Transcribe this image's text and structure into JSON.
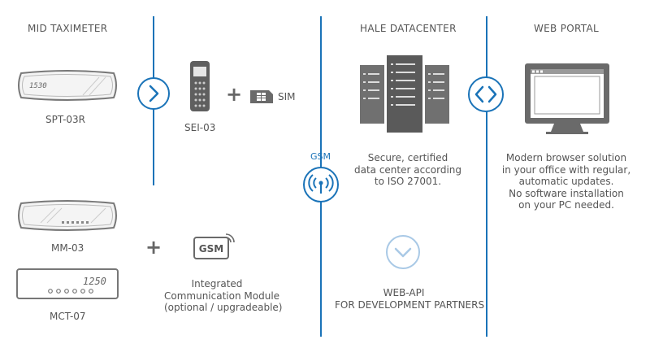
{
  "headings": {
    "mid_taximeter": "MID TAXIMETER",
    "hale_datacenter": "HALE DATACENTER",
    "web_portal": "WEB PORTAL"
  },
  "devices": {
    "spt": {
      "name": "SPT-03R",
      "display": "1530"
    },
    "sei": {
      "name": "SEI-03"
    },
    "sim": {
      "label": "SIM"
    },
    "mm": {
      "name": "MM-03"
    },
    "mct": {
      "name": "MCT-07",
      "display": "1250"
    }
  },
  "plus_symbol": "+",
  "gsm_module": {
    "chip_text": "GSM",
    "line1": "Integrated",
    "line2": "Communication Module",
    "line3": "(optional / upgradeable)"
  },
  "gsm_link": {
    "label": "GSM"
  },
  "datacenter_text": {
    "line1": "Secure, certified",
    "line2": "data center according",
    "line3": "to ISO 27001."
  },
  "web_api": {
    "line1": "WEB-API",
    "line2": "FOR DEVELOPMENT PARTNERS"
  },
  "portal_text": {
    "line1": "Modern browser solution",
    "line2": "in your office with regular,",
    "line3": "automatic updates.",
    "line4": "No software installation",
    "line5": "on your PC needed."
  },
  "colors": {
    "accent_blue": "#1a73b8",
    "light_blue": "#a9c9e6",
    "device_gray": "#6f6f6f",
    "text_gray": "#555555"
  }
}
